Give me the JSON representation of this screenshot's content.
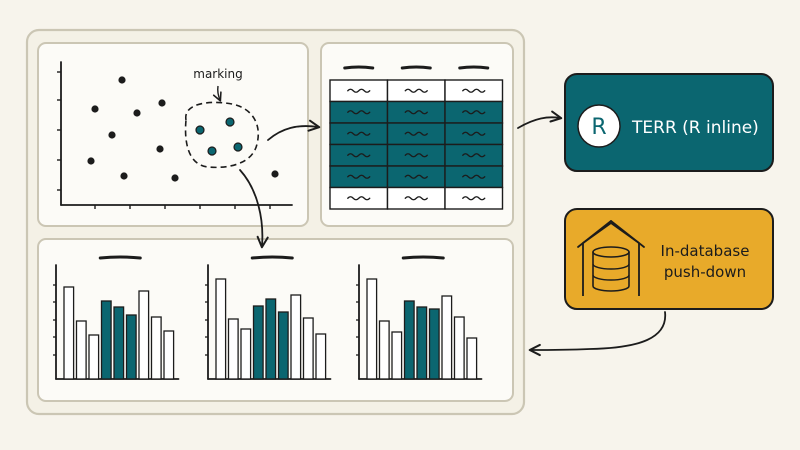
{
  "annotation": {
    "marking": "marking"
  },
  "terr_box": {
    "label": "TERR (R inline)",
    "icon_letter": "R",
    "icon": "r-logo-icon"
  },
  "indb_box": {
    "line1": "In-database",
    "line2": "push-down",
    "icon": "database-warehouse-icon"
  },
  "table": {
    "rows": 6,
    "cols": 3,
    "highlighted_rows": [
      1,
      2,
      3,
      4
    ]
  },
  "scatter": {
    "points_plain": [
      [
        122,
        80
      ],
      [
        95,
        109
      ],
      [
        137,
        113
      ],
      [
        162,
        103
      ],
      [
        112,
        135
      ],
      [
        160,
        149
      ],
      [
        91,
        161
      ],
      [
        124,
        176
      ],
      [
        175,
        178
      ],
      [
        275,
        174
      ]
    ],
    "points_marked": [
      [
        200,
        130
      ],
      [
        230,
        122
      ],
      [
        212,
        151
      ],
      [
        238,
        147
      ]
    ]
  },
  "bar_charts": [
    {
      "values": [
        92,
        58,
        44,
        78,
        72,
        64,
        88,
        62,
        48
      ],
      "highlighted": [
        3,
        4,
        5
      ]
    },
    {
      "values": [
        100,
        60,
        50,
        73,
        80,
        67,
        84,
        61,
        45
      ],
      "highlighted": [
        3,
        4,
        5
      ]
    },
    {
      "values": [
        100,
        58,
        47,
        78,
        72,
        70,
        83,
        62,
        41
      ],
      "highlighted": [
        3,
        4,
        5
      ]
    }
  ],
  "colors": {
    "teal": "#0b6670",
    "gold": "#e8aa2a",
    "ink": "#1c1c1c",
    "panel": "#fcfbf7",
    "frame": "#cbc6b4"
  }
}
